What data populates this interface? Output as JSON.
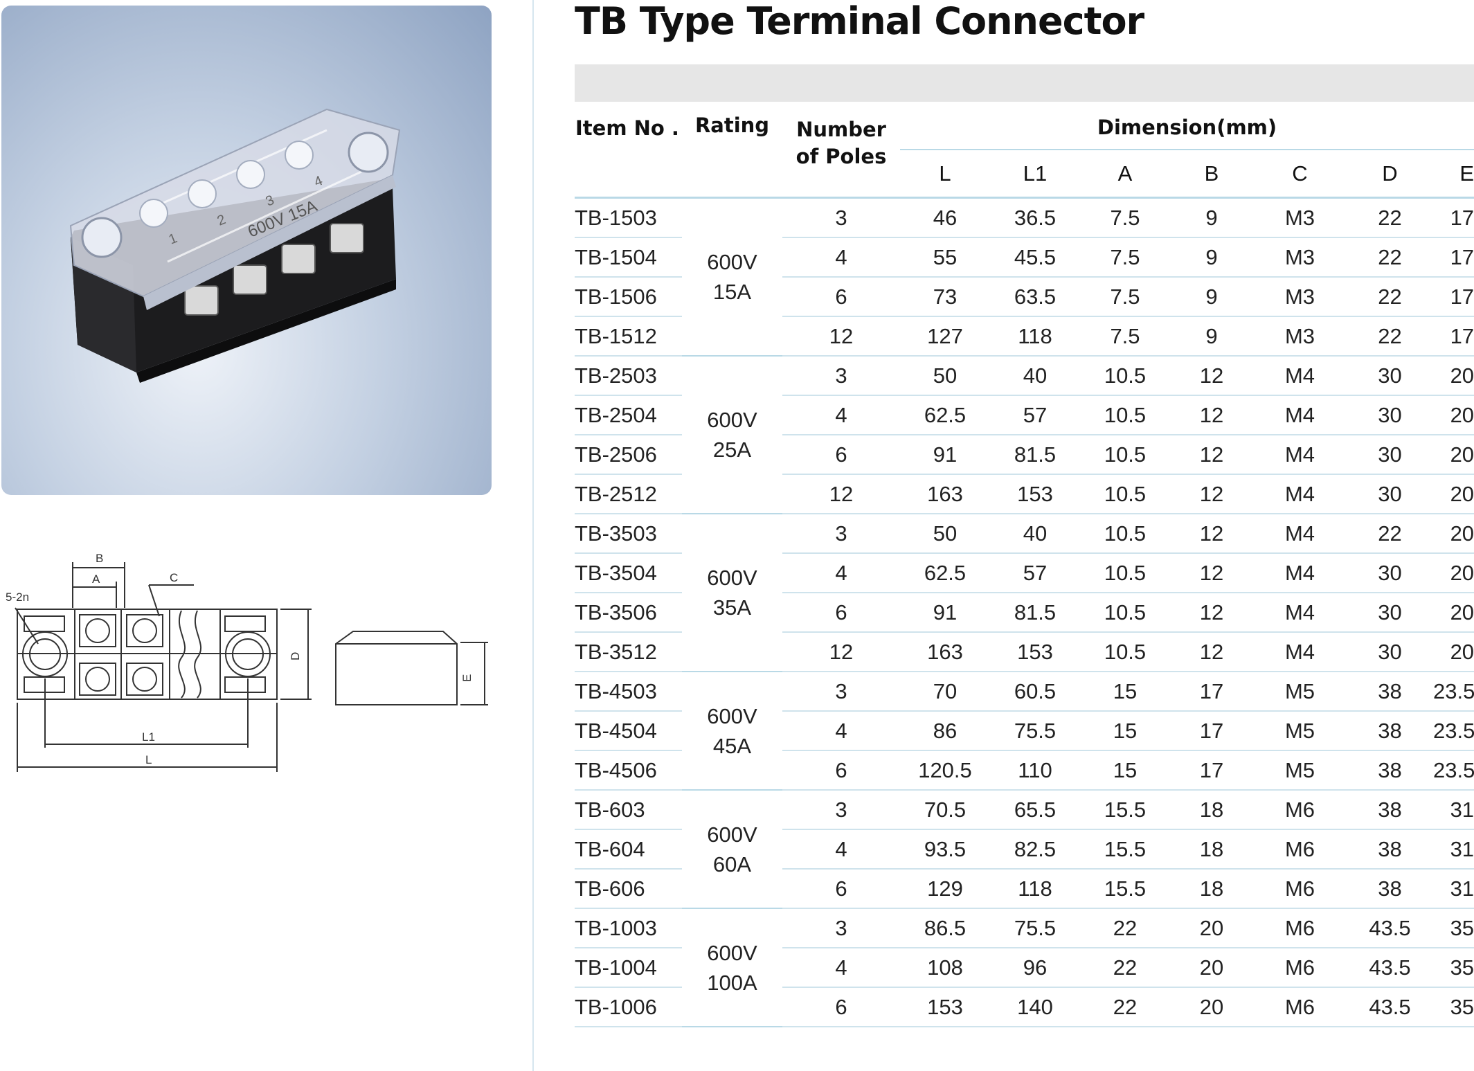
{
  "title": "TB Type Terminal Connector",
  "photo": {
    "cover_text": "600V 15A",
    "pole_numbers": [
      "1",
      "2",
      "3",
      "4"
    ]
  },
  "drawing": {
    "labels": {
      "hole": "5-2n",
      "b": "B",
      "a": "A",
      "c": "C",
      "d": "D",
      "l1": "L1",
      "l": "L",
      "e": "E"
    }
  },
  "table": {
    "headers": {
      "item": "Item No .",
      "rating": "Rating",
      "poles": "Number of Poles",
      "dimension": "Dimension(mm)",
      "dims": [
        "L",
        "L1",
        "A",
        "B",
        "C",
        "D",
        "E"
      ]
    },
    "groups": [
      {
        "rating": [
          "600V",
          "15A"
        ],
        "rows": [
          [
            "TB-1503",
            "3",
            "46",
            "36.5",
            "7.5",
            "9",
            "M3",
            "22",
            "17"
          ],
          [
            "TB-1504",
            "4",
            "55",
            "45.5",
            "7.5",
            "9",
            "M3",
            "22",
            "17"
          ],
          [
            "TB-1506",
            "6",
            "73",
            "63.5",
            "7.5",
            "9",
            "M3",
            "22",
            "17"
          ],
          [
            "TB-1512",
            "12",
            "127",
            "118",
            "7.5",
            "9",
            "M3",
            "22",
            "17"
          ]
        ]
      },
      {
        "rating": [
          "600V",
          "25A"
        ],
        "rows": [
          [
            "TB-2503",
            "3",
            "50",
            "40",
            "10.5",
            "12",
            "M4",
            "30",
            "20"
          ],
          [
            "TB-2504",
            "4",
            "62.5",
            "57",
            "10.5",
            "12",
            "M4",
            "30",
            "20"
          ],
          [
            "TB-2506",
            "6",
            "91",
            "81.5",
            "10.5",
            "12",
            "M4",
            "30",
            "20"
          ],
          [
            "TB-2512",
            "12",
            "163",
            "153",
            "10.5",
            "12",
            "M4",
            "30",
            "20"
          ]
        ]
      },
      {
        "rating": [
          "600V",
          "35A"
        ],
        "rows": [
          [
            "TB-3503",
            "3",
            "50",
            "40",
            "10.5",
            "12",
            "M4",
            "22",
            "20"
          ],
          [
            "TB-3504",
            "4",
            "62.5",
            "57",
            "10.5",
            "12",
            "M4",
            "30",
            "20"
          ],
          [
            "TB-3506",
            "6",
            "91",
            "81.5",
            "10.5",
            "12",
            "M4",
            "30",
            "20"
          ],
          [
            "TB-3512",
            "12",
            "163",
            "153",
            "10.5",
            "12",
            "M4",
            "30",
            "20"
          ]
        ]
      },
      {
        "rating": [
          "600V",
          "45A"
        ],
        "rows": [
          [
            "TB-4503",
            "3",
            "70",
            "60.5",
            "15",
            "17",
            "M5",
            "38",
            "23.5"
          ],
          [
            "TB-4504",
            "4",
            "86",
            "75.5",
            "15",
            "17",
            "M5",
            "38",
            "23.5"
          ],
          [
            "TB-4506",
            "6",
            "120.5",
            "110",
            "15",
            "17",
            "M5",
            "38",
            "23.5"
          ]
        ]
      },
      {
        "rating": [
          "600V",
          "60A"
        ],
        "rows": [
          [
            "TB-603",
            "3",
            "70.5",
            "65.5",
            "15.5",
            "18",
            "M6",
            "38",
            "31"
          ],
          [
            "TB-604",
            "4",
            "93.5",
            "82.5",
            "15.5",
            "18",
            "M6",
            "38",
            "31"
          ],
          [
            "TB-606",
            "6",
            "129",
            "118",
            "15.5",
            "18",
            "M6",
            "38",
            "31"
          ]
        ]
      },
      {
        "rating": [
          "600V",
          "100A"
        ],
        "rows": [
          [
            "TB-1003",
            "3",
            "86.5",
            "75.5",
            "22",
            "20",
            "M6",
            "43.5",
            "35"
          ],
          [
            "TB-1004",
            "4",
            "108",
            "96",
            "22",
            "20",
            "M6",
            "43.5",
            "35"
          ],
          [
            "TB-1006",
            "6",
            "153",
            "140",
            "22",
            "20",
            "M6",
            "43.5",
            "35"
          ]
        ]
      }
    ]
  }
}
